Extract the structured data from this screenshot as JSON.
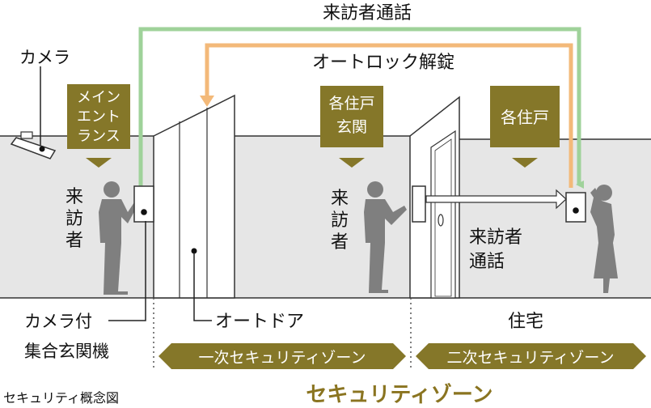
{
  "diagram": {
    "top_label": "来訪者通話",
    "second_label": "オートロック解錠",
    "camera_label": "カメラ",
    "badges": [
      {
        "lines": [
          "メイン",
          "エント",
          "ランス"
        ]
      },
      {
        "lines": [
          "各住戸",
          "玄関"
        ]
      },
      {
        "lines": [
          "各住戸"
        ]
      }
    ],
    "visitor_label": "来訪者",
    "visitor_call_lines": [
      "来訪者",
      "通話"
    ],
    "camera_panel_lines": [
      "カメラ付",
      "集合玄関機"
    ],
    "auto_door_label": "オートドア",
    "house_label": "住宅",
    "zone_primary": "一次セキュリティゾーン",
    "zone_secondary": "二次セキュリティゾーン",
    "zone_overall": "セキュリティゾーン",
    "caption": "セキュリティ概念図",
    "colors": {
      "green": "#9fd29a",
      "orange": "#f3b979",
      "olive": "#857729",
      "gold": "#8a7420",
      "wall": "#e6e6e6",
      "figure": "#7f7f7f"
    }
  }
}
